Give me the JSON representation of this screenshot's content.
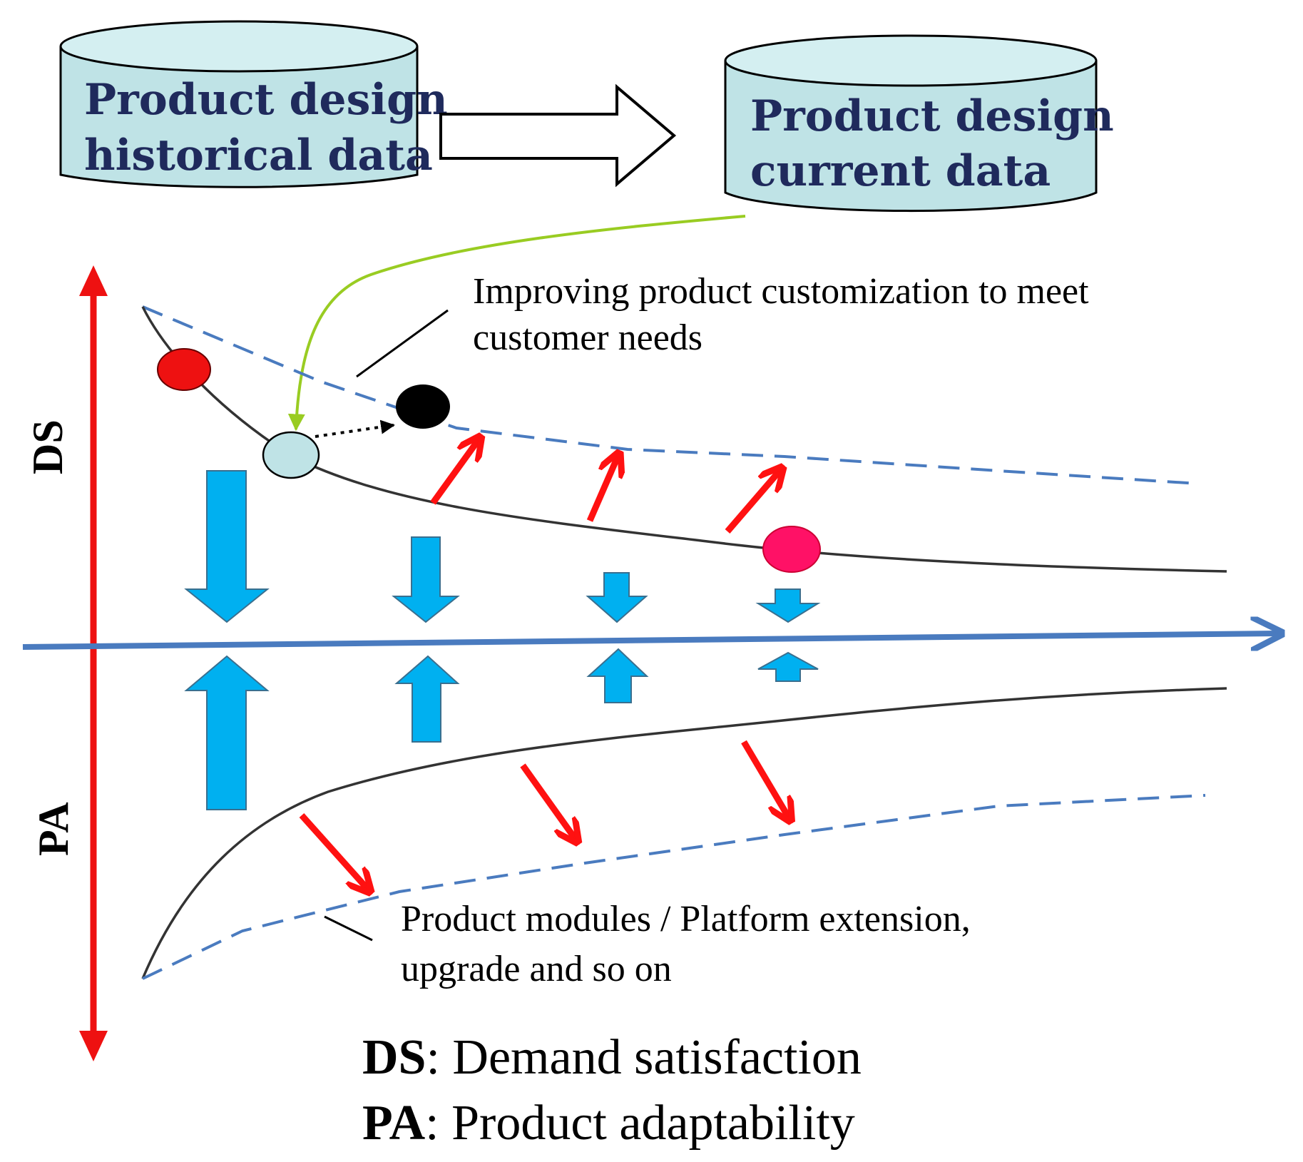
{
  "databases": {
    "historical": {
      "line1": "Product design",
      "line2": "historical  data"
    },
    "current": {
      "line1": "Product design",
      "line2": "current data"
    }
  },
  "notes": {
    "customization": {
      "line1": "Improving product customization to meet",
      "line2": "customer needs"
    },
    "modules": {
      "line1": "Product modules / Platform extension,",
      "line2": "upgrade and so on"
    }
  },
  "axes": {
    "upper_label": "DS",
    "lower_label": "PA"
  },
  "legend": {
    "ds": {
      "abbr": "DS",
      "text": ": Demand satisfaction"
    },
    "pa": {
      "abbr": "PA",
      "text": ": Product adaptability"
    }
  },
  "colors": {
    "db_fill": "#bfe3e6",
    "db_text": "#1f2a5c",
    "vertical_axis": "#ee1111",
    "horizontal_axis": "#4a7bbf",
    "dashed_boundary": "#4a7bbf",
    "curve": "#333333",
    "green_link": "#99cc22",
    "block_arrow": "#00b0f0",
    "red_arrow": "#ff1111",
    "dot_red": "#ee1111",
    "dot_light_blue": "#bfe3e6",
    "dot_black": "#000000",
    "dot_pink": "#ff1166"
  }
}
